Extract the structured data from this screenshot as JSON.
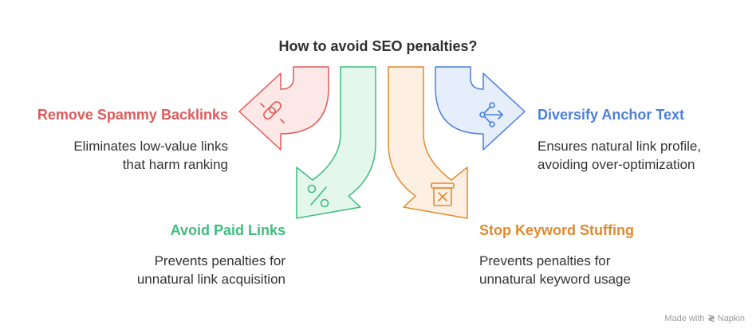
{
  "title": "How to avoid SEO penalties?",
  "items": [
    {
      "heading": "Remove Spammy Backlinks",
      "lines": [
        "Eliminates low-value links",
        "that harm ranking"
      ],
      "color": "#e05a5a",
      "fill": "#fde8e8",
      "icon": "broken-link-icon"
    },
    {
      "heading": "Avoid Paid Links",
      "lines": [
        "Prevents penalties for",
        "unnatural link acquisition"
      ],
      "color": "#3dbd7d",
      "fill": "#e3f7ec",
      "icon": "percent-icon"
    },
    {
      "heading": "Stop Keyword Stuffing",
      "lines": [
        "Prevents penalties for",
        "unnatural keyword usage"
      ],
      "color": "#e08a2e",
      "fill": "#fdf0e2",
      "icon": "delete-box-icon"
    },
    {
      "heading": "Diversify Anchor Text",
      "lines": [
        "Ensures natural link profile,",
        "avoiding over-optimization"
      ],
      "color": "#4a7fe0",
      "fill": "#e6eefc",
      "icon": "share-nodes-icon"
    }
  ],
  "footer": {
    "prefix": "Made with",
    "brand": "Napkin"
  }
}
